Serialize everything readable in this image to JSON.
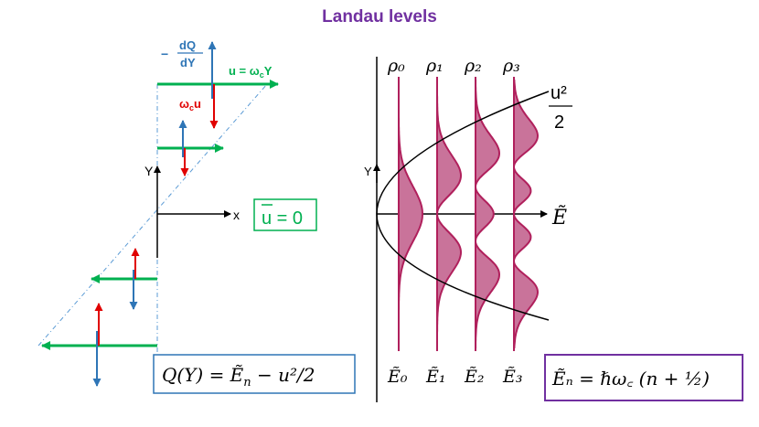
{
  "title": "Landau levels",
  "left_panel": {
    "flux_label_minus": "−",
    "flux_label_num": "dQ",
    "flux_label_den": "dY",
    "velocity_label": "u = ω",
    "velocity_sub": "c",
    "velocity_tail": "Y",
    "force_label": "ω",
    "force_sub": "c",
    "force_tail": "u",
    "axis_y": "Y",
    "axis_x": "x",
    "mean_velocity": "u = 0",
    "flux_equation": "Q(Y) = Ẽ",
    "flux_equation_sub": "n",
    "flux_equation_tail": " − u²/2"
  },
  "right_panel": {
    "densities": [
      "ρ₀",
      "ρ₁",
      "ρ₂",
      "ρ₃"
    ],
    "axis_y": "Y",
    "axis_x": "Ẽ",
    "parabola_num": "u²",
    "parabola_den": "2",
    "energies": [
      "Ẽ₀",
      "Ẽ₁",
      "Ẽ₂",
      "Ẽ₃"
    ],
    "energy_equation": "Ẽₙ = ℏω꜀ (n + ½)"
  },
  "colors": {
    "title": "#7030a0",
    "blue_arrow": "#2e75b6",
    "green_arrow": "#00b050",
    "red_arrow": "#e00000",
    "density_fill": "#c9739a",
    "density_line": "#b0205c",
    "flux_box": "#2e75b6",
    "energy_box": "#7030a0",
    "mean_box": "#00b050"
  }
}
